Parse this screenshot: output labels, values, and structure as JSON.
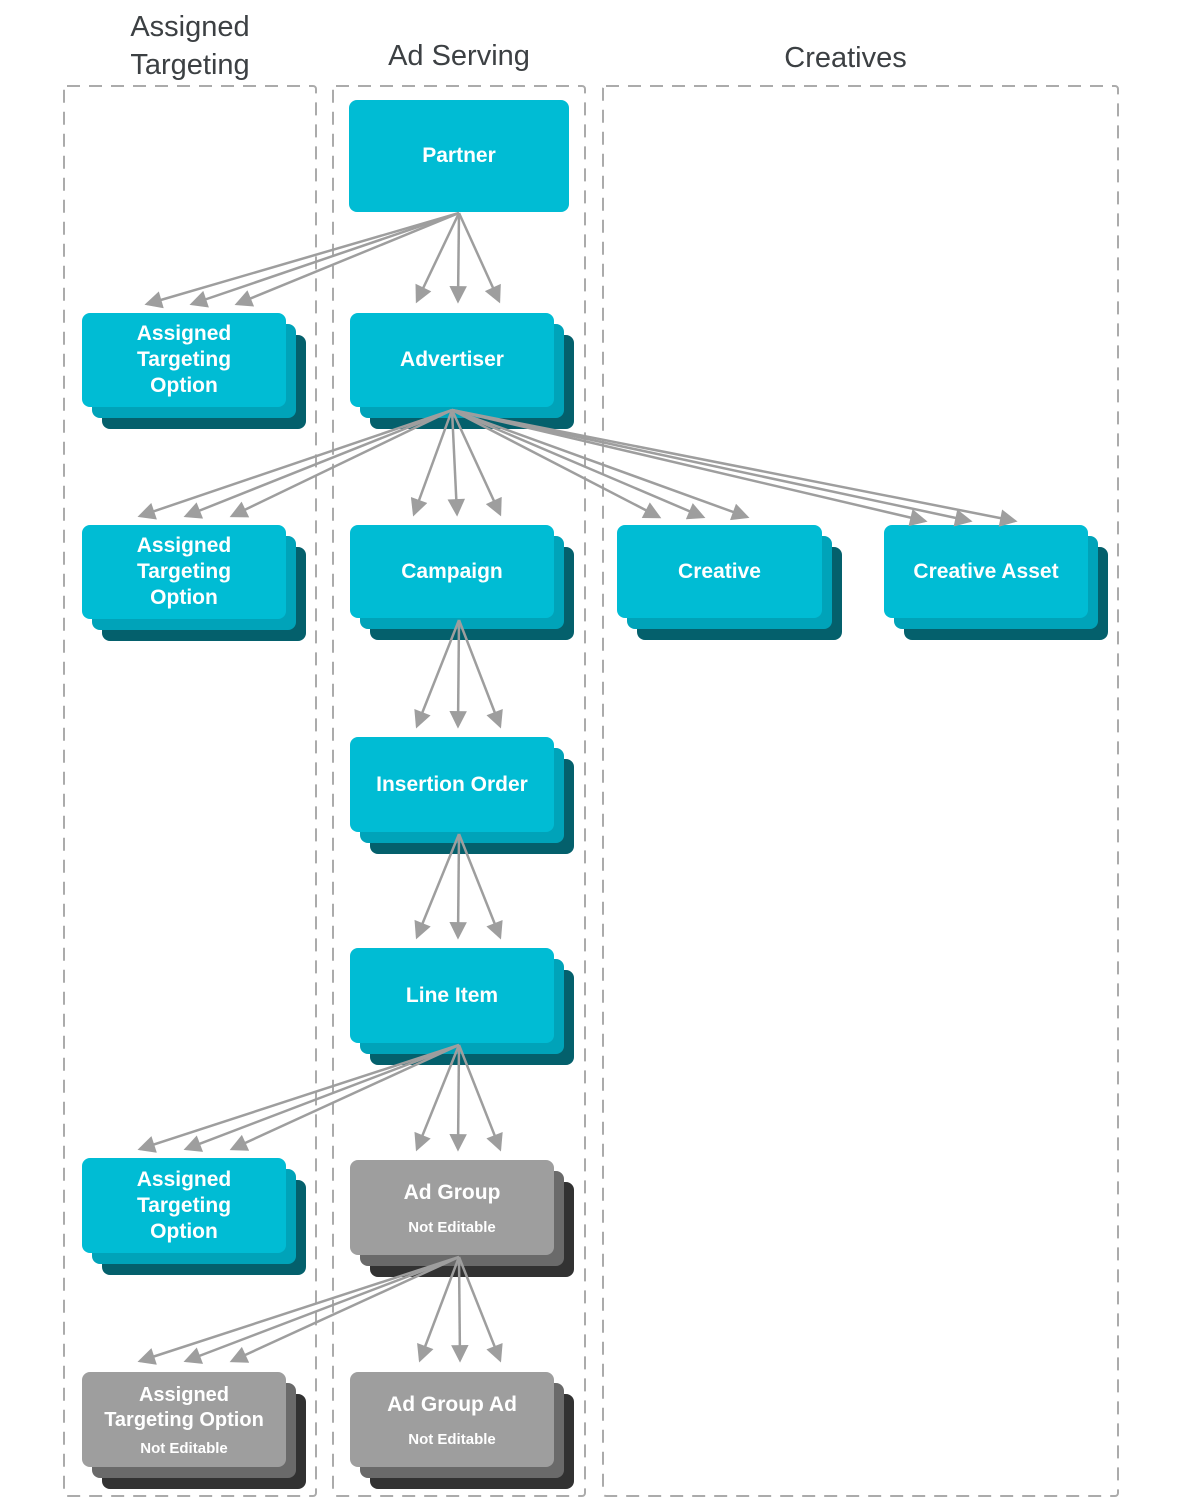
{
  "columns": [
    {
      "id": "assigned-targeting",
      "label": "Assigned Targeting"
    },
    {
      "id": "ad-serving",
      "label": "Ad Serving"
    },
    {
      "id": "creatives",
      "label": "Creatives"
    }
  ],
  "nodes": {
    "partner": {
      "label": "Partner",
      "column": "ad-serving",
      "color": "teal",
      "stacked": false
    },
    "advertiser": {
      "label": "Advertiser",
      "column": "ad-serving",
      "color": "teal",
      "stacked": true
    },
    "ato_partner": {
      "label": "Assigned Targeting Option",
      "column": "assigned-targeting",
      "color": "teal",
      "stacked": true
    },
    "ato_advertiser": {
      "label": "Assigned Targeting Option",
      "column": "assigned-targeting",
      "color": "teal",
      "stacked": true
    },
    "campaign": {
      "label": "Campaign",
      "column": "ad-serving",
      "color": "teal",
      "stacked": true
    },
    "creative": {
      "label": "Creative",
      "column": "creatives",
      "color": "teal",
      "stacked": true
    },
    "creative_asset": {
      "label": "Creative Asset",
      "column": "creatives",
      "color": "teal",
      "stacked": true
    },
    "insertion_order": {
      "label": "Insertion Order",
      "column": "ad-serving",
      "color": "teal",
      "stacked": true
    },
    "line_item": {
      "label": "Line Item",
      "column": "ad-serving",
      "color": "teal",
      "stacked": true
    },
    "ato_line_item": {
      "label": "Assigned Targeting Option",
      "column": "assigned-targeting",
      "color": "teal",
      "stacked": true
    },
    "ad_group": {
      "label": "Ad Group",
      "sublabel": "Not Editable",
      "column": "ad-serving",
      "color": "gray",
      "stacked": true
    },
    "ato_ad_group": {
      "label": "Assigned Targeting Option",
      "sublabel": "Not Editable",
      "column": "assigned-targeting",
      "color": "gray",
      "stacked": true
    },
    "ad_group_ad": {
      "label": "Ad Group Ad",
      "sublabel": "Not Editable",
      "column": "ad-serving",
      "color": "gray",
      "stacked": true
    }
  },
  "edges": [
    {
      "from": "partner",
      "to": "advertiser",
      "style": "triple-arrow"
    },
    {
      "from": "partner",
      "to": "ato_partner",
      "style": "triple-arrow"
    },
    {
      "from": "advertiser",
      "to": "campaign",
      "style": "triple-arrow"
    },
    {
      "from": "advertiser",
      "to": "ato_advertiser",
      "style": "triple-arrow"
    },
    {
      "from": "advertiser",
      "to": "creative",
      "style": "triple-arrow"
    },
    {
      "from": "advertiser",
      "to": "creative_asset",
      "style": "triple-arrow"
    },
    {
      "from": "campaign",
      "to": "insertion_order",
      "style": "triple-arrow"
    },
    {
      "from": "insertion_order",
      "to": "line_item",
      "style": "triple-arrow"
    },
    {
      "from": "line_item",
      "to": "ad_group",
      "style": "triple-arrow"
    },
    {
      "from": "line_item",
      "to": "ato_line_item",
      "style": "triple-arrow"
    },
    {
      "from": "ad_group",
      "to": "ad_group_ad",
      "style": "triple-arrow"
    },
    {
      "from": "ad_group",
      "to": "ato_ad_group",
      "style": "triple-arrow"
    }
  ],
  "colors": {
    "node_teal": "#00bcd4",
    "node_teal_stack_mid": "#00a3b9",
    "node_teal_stack_back": "#04606c",
    "node_gray": "#9e9e9e",
    "node_gray_stack_mid": "#6a6a6a",
    "node_gray_stack_back": "#323232",
    "arrow": "#9e9e9e",
    "column_border": "#ababab",
    "header_text": "#3c4043",
    "node_text": "#ffffff"
  }
}
